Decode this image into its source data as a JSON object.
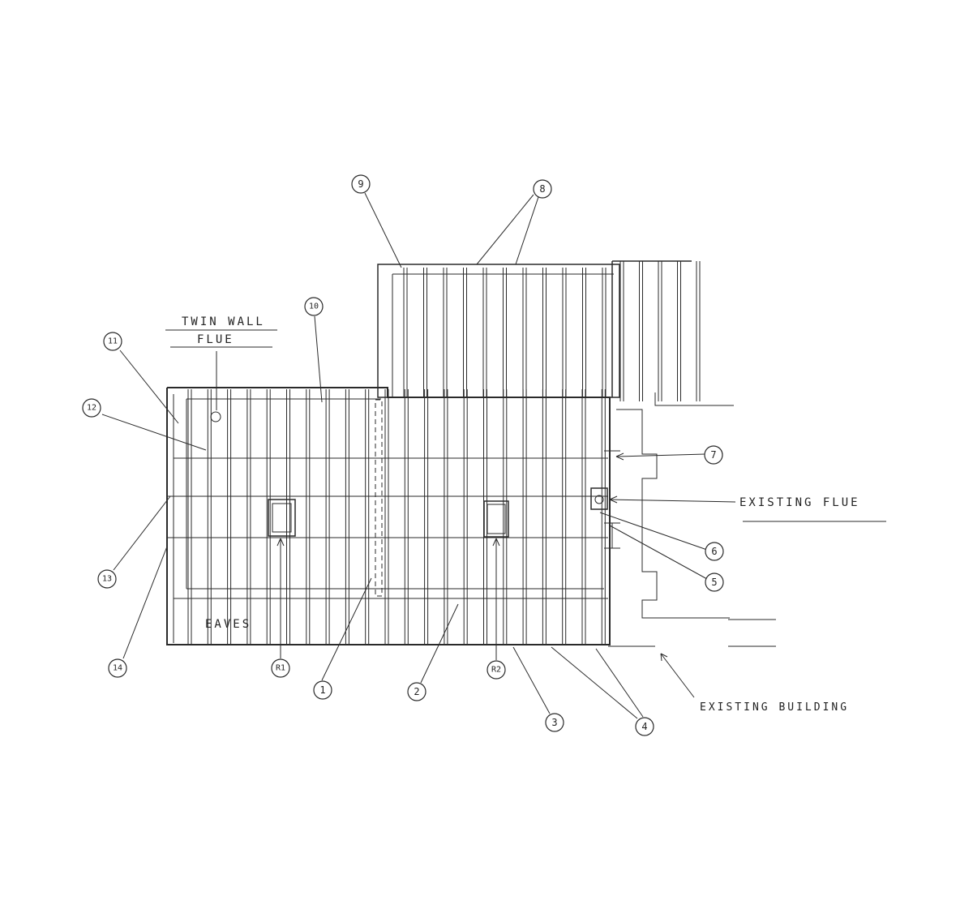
{
  "notes": {
    "twin_wall_line1": "TWIN WALL",
    "twin_wall_line2": "FLUE",
    "existing_flue": "EXISTING FLUE",
    "existing_building": "EXISTING BUILDING",
    "eaves": "EAVES"
  },
  "callouts": {
    "c1": "1",
    "c2": "2",
    "c3": "3",
    "c4": "4",
    "c5": "5",
    "c6": "6",
    "c7": "7",
    "c8": "8",
    "c9": "9",
    "c10": "10",
    "c11": "11",
    "c12": "12",
    "c13": "13",
    "c14": "14",
    "r1": "R1",
    "r2": "R2"
  },
  "colors": {
    "line": "#2a2a2a",
    "paper": "#ffffff"
  }
}
